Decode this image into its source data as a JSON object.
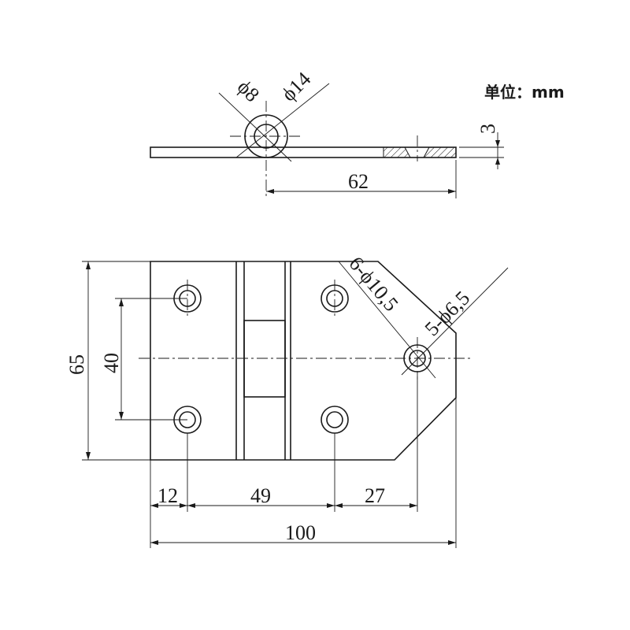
{
  "unit_label": "单位：mm",
  "top_view": {
    "dim_pin_dia": "ϕ8",
    "dim_knuckle_dia": "ϕ14",
    "dim_thickness": "3",
    "dim_hole_offset": "62"
  },
  "front_view": {
    "dim_height": "65",
    "dim_hole_spacing_v": "40",
    "dim_countersink": "6-ϕ10,5",
    "dim_hole": "5-ϕ6,5",
    "dim_edge": "12",
    "dim_hole_spacing_h": "49",
    "dim_third_hole": "27",
    "dim_total_width": "100"
  }
}
